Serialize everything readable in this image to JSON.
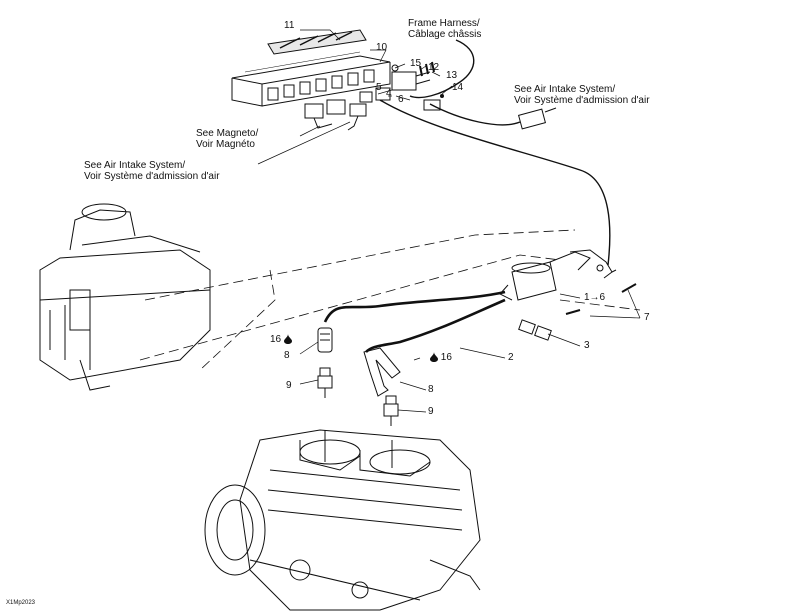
{
  "callouts": {
    "frame_harness": [
      "Frame Harness/",
      "Câblage châssis"
    ],
    "air_intake_right": [
      "See Air Intake System/",
      "Voir Système d'admission d'air"
    ],
    "magneto": [
      "See Magneto/",
      "Voir Magnéto"
    ],
    "air_intake_left": [
      "See Air Intake System/",
      "Voir Système d'admission d'air"
    ]
  },
  "part_numbers": {
    "p11": "11",
    "p10": "10",
    "p15": "15",
    "p12": "12",
    "p13": "13",
    "p14": "14",
    "p5": "5",
    "p4": "4",
    "p6": "6",
    "p1to6": "1→6",
    "p7": "7",
    "p3": "3",
    "p2": "2",
    "p16a": "16",
    "p16b": "16",
    "p8a": "8",
    "p8b": "8",
    "p9a": "9",
    "p9b": "9"
  },
  "drop_icon": "drop-icon",
  "reference_code": "X1Mp2023"
}
